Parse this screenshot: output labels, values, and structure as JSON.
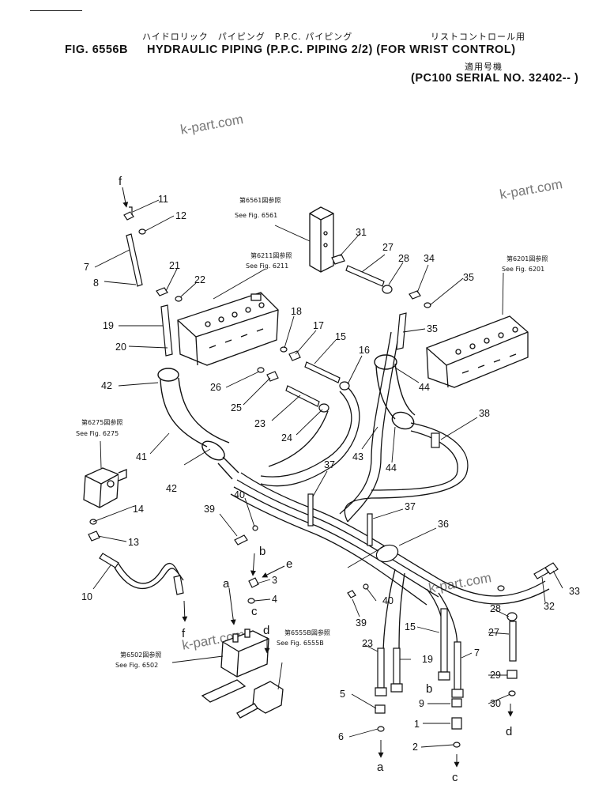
{
  "header": {
    "jp_part1": "ハイドロリック　パイピング　P.P.C. パイピング",
    "jp_part2": "リストコントロール用",
    "fig_code": "FIG. 6556B",
    "title": "HYDRAULIC PIPING (P.P.C. PIPING 2/2) (FOR WRIST CONTROL)",
    "serial_jp": "適用号機",
    "serial": "(PC100 SERIAL NO. 32402-- )"
  },
  "watermarks": [
    "k-part.com",
    "k-part.com",
    "k-part.com",
    "k-part.com"
  ],
  "references": [
    {
      "jp": "第6561図参照",
      "en": "See Fig. 6561"
    },
    {
      "jp": "第6211図参照",
      "en": "See Fig. 6211"
    },
    {
      "jp": "第6201図参照",
      "en": "See Fig. 6201"
    },
    {
      "jp": "第6275図参照",
      "en": "See Fig. 6275"
    },
    {
      "jp": "第6555B図参照",
      "en": "See Fig. 6555B"
    },
    {
      "jp": "第6502図参照",
      "en": "See Fig. 6502"
    }
  ],
  "part_labels": [
    "11",
    "12",
    "7",
    "8",
    "21",
    "22",
    "19",
    "20",
    "42",
    "41",
    "42",
    "14",
    "13",
    "10",
    "31",
    "27",
    "28",
    "34",
    "35",
    "35",
    "18",
    "17",
    "15",
    "16",
    "26",
    "25",
    "23",
    "24",
    "44",
    "43",
    "44",
    "38",
    "37",
    "37",
    "36",
    "39",
    "40",
    "3",
    "4",
    "40",
    "39",
    "33",
    "32",
    "28",
    "27",
    "29",
    "30",
    "15",
    "23",
    "19",
    "7",
    "5",
    "9",
    "6",
    "1",
    "2"
  ],
  "port_letters": [
    "f",
    "b",
    "e",
    "a",
    "c",
    "d",
    "f",
    "b",
    "a",
    "c",
    "d"
  ]
}
